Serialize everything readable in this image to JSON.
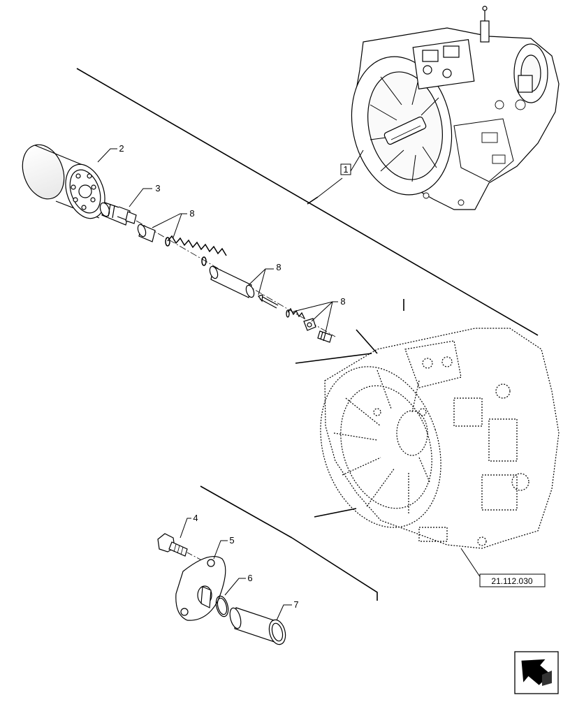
{
  "callouts": {
    "c1": "1",
    "c2": "2",
    "c3": "3",
    "c4": "4",
    "c5": "5",
    "c6": "6",
    "c7": "7",
    "c8a": "8",
    "c8b": "8",
    "c8c": "8"
  },
  "reference_box": "21.112.030",
  "icons": {
    "corner": "exit-arrow-icon"
  }
}
